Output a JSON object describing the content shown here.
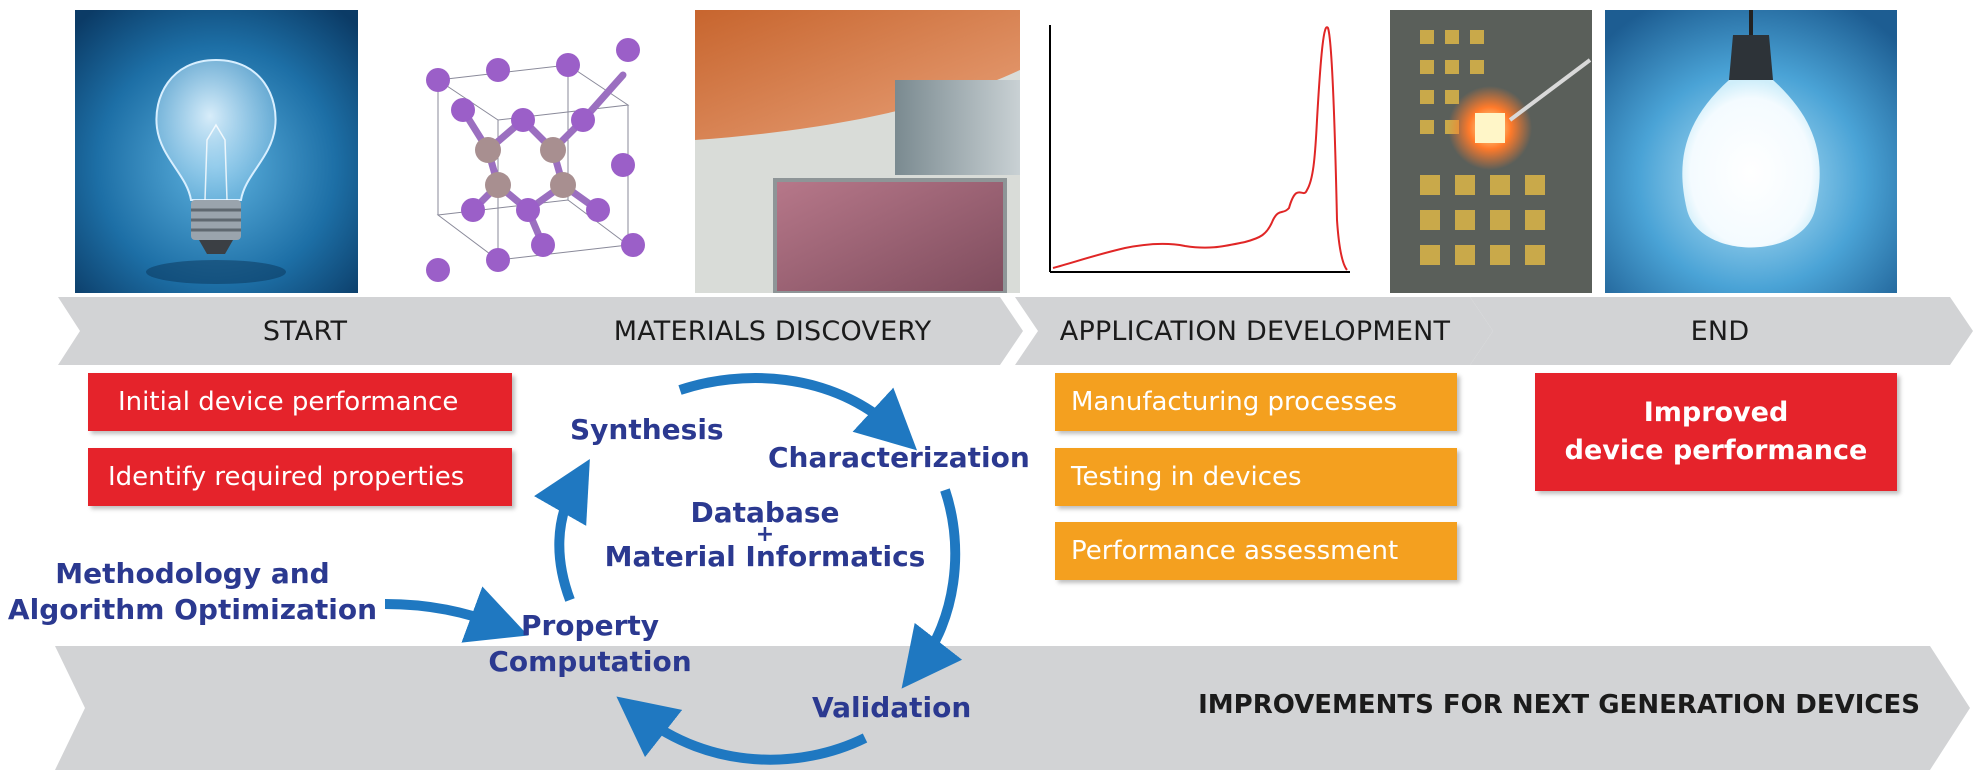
{
  "stages": {
    "start": "START",
    "discovery": "MATERIALS DISCOVERY",
    "application": "APPLICATION DEVELOPMENT",
    "end": "END"
  },
  "start_boxes": [
    "Initial device performance",
    "Identify required properties"
  ],
  "application_boxes": [
    "Manufacturing processes",
    "Testing in devices",
    "Performance assessment"
  ],
  "end_box": {
    "line1": "Improved",
    "line2": "device performance"
  },
  "cycle": {
    "synthesis": "Synthesis",
    "characterization": "Characterization",
    "center_line1": "Database",
    "center_plus": "+",
    "center_line2": "Material Informatics",
    "property_line1": "Property",
    "property_line2": "Computation",
    "validation": "Validation"
  },
  "methodology": {
    "line1": "Methodology and",
    "line2": "Algorithm Optimization"
  },
  "bottom_banner": "IMPROVEMENTS FOR NEXT GENERATION DEVICES",
  "colors": {
    "red": "#e5232b",
    "orange": "#f4a01f",
    "arrow_blue": "#1f78c1",
    "text_blue": "#2b3990",
    "chevron_gray": "#d2d3d5"
  },
  "images": [
    "light-bulb-off",
    "crystal-structure",
    "semiconductor-wafers",
    "spectrum-plot",
    "device-chip",
    "light-bulb-on"
  ]
}
